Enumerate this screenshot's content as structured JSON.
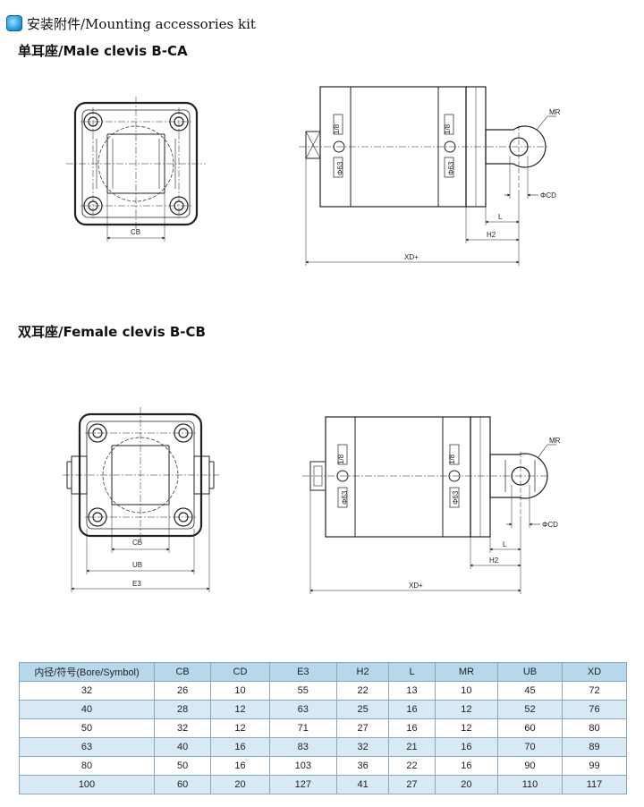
{
  "header": {
    "title": "安装附件/Mounting accessories kit"
  },
  "section_male": {
    "title": "单耳座/Male clevis B-CA"
  },
  "section_female": {
    "title": "双耳座/Female clevis B-CB"
  },
  "labels": {
    "cb": "CB",
    "ub": "UB",
    "e3": "E3",
    "xd": "XD+",
    "h2": "H2",
    "l": "L",
    "mr": "MR",
    "cd": "ΦCD",
    "port": "1/8",
    "phi": "Φ63"
  },
  "table": {
    "headers": [
      "内径/符号(Bore/Symbol)",
      "CB",
      "CD",
      "E3",
      "H2",
      "L",
      "MR",
      "UB",
      "XD"
    ],
    "rows": [
      [
        "32",
        "26",
        "10",
        "55",
        "22",
        "13",
        "10",
        "45",
        "72"
      ],
      [
        "40",
        "28",
        "12",
        "63",
        "25",
        "16",
        "12",
        "52",
        "76"
      ],
      [
        "50",
        "32",
        "12",
        "71",
        "27",
        "16",
        "12",
        "60",
        "80"
      ],
      [
        "63",
        "40",
        "16",
        "83",
        "32",
        "21",
        "16",
        "70",
        "89"
      ],
      [
        "80",
        "50",
        "16",
        "103",
        "36",
        "22",
        "16",
        "90",
        "99"
      ],
      [
        "100",
        "60",
        "20",
        "127",
        "41",
        "27",
        "20",
        "110",
        "117"
      ]
    ]
  },
  "colors": {
    "header_row": "#b7d7ea",
    "stripe_row": "#d6e9f5",
    "border": "#8aa7bd",
    "icon": "#2ea6e6"
  }
}
